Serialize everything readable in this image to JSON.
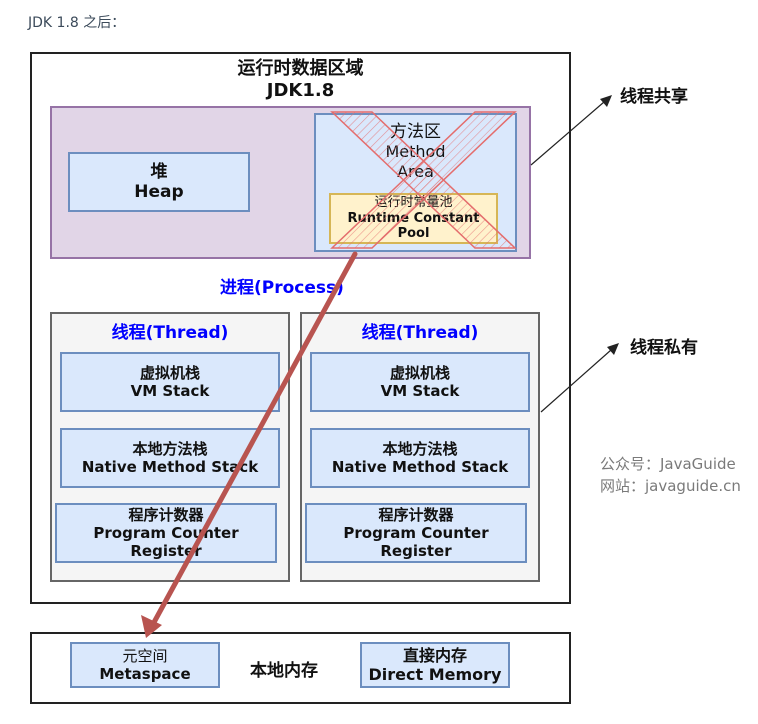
{
  "caption": "JDK 1.8 之后：",
  "runtime": {
    "title": "运行时数据区域",
    "subtitle": "JDK1.8"
  },
  "heap": {
    "zh": "堆",
    "en": "Heap"
  },
  "method_area": {
    "zh": "方法区",
    "en1": "Method",
    "en2": "Area"
  },
  "constant_pool": {
    "zh": "运行时常量池",
    "en": "Runtime Constant Pool"
  },
  "process_label": "进程(Process)",
  "threads": [
    {
      "title": "线程(Thread)",
      "vm_zh": "虚拟机栈",
      "vm_en": "VM Stack",
      "native_zh": "本地方法栈",
      "native_en": "Native Method Stack",
      "pc_zh": "程序计数器",
      "pc_en": "Program Counter Register"
    },
    {
      "title": "线程(Thread)",
      "vm_zh": "虚拟机栈",
      "vm_en": "VM Stack",
      "native_zh": "本地方法栈",
      "native_en": "Native Method Stack",
      "pc_zh": "程序计数器",
      "pc_en": "Program Counter Register"
    }
  ],
  "shared_label": "线程共享",
  "private_label": "线程私有",
  "watermark": {
    "line1": "公众号：JavaGuide",
    "line2": "网站：javaguide.cn"
  },
  "native_memory": {
    "label": "本地内存",
    "metaspace_zh": "元空间",
    "metaspace_en": "Metaspace",
    "direct_zh": "直接内存",
    "direct_en": "Direct Memory"
  },
  "colors": {
    "arrow": "#b85450",
    "cross": "#e46d6d",
    "blue_text": "#0000ff"
  }
}
